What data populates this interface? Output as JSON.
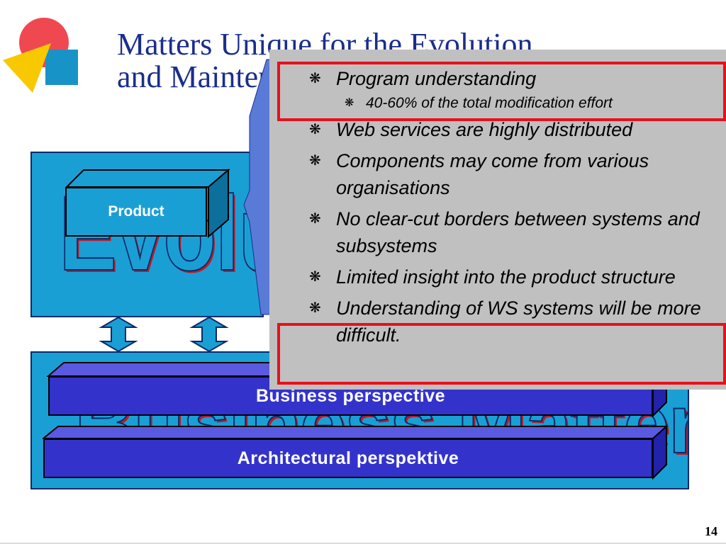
{
  "slide": {
    "title": "Matters Unique for the Evolution\nand Maintenance of WS",
    "page_number": "14"
  },
  "diagram": {
    "top_panel_watermark": "Evolution",
    "bottom_panel_watermark": "Business Matters",
    "product_label": "Product",
    "bars": [
      {
        "label": "Business perspective"
      },
      {
        "label": "Architectural perspektive"
      }
    ]
  },
  "callout": {
    "bullets": [
      {
        "text": "Program understanding",
        "level": 1
      },
      {
        "text": "40-60% of the total modification effort",
        "level": 2
      },
      {
        "text": "Web services are highly distributed",
        "level": 1
      },
      {
        "text": "Components may come from various organisations",
        "level": 1
      },
      {
        "text": "No clear-cut borders between systems and subsystems",
        "level": 1
      },
      {
        "text": "Limited insight into the product structure",
        "level": 1
      },
      {
        "text": "Understanding of WS systems will be more difficult.",
        "level": 1
      }
    ],
    "bullet_symbol": "❋"
  },
  "colors": {
    "title": "#1a2e8c",
    "panel": "#1a9fd4",
    "bar": "#3333cc",
    "callout": "#c0c0c0",
    "highlight": "#e8101c"
  }
}
